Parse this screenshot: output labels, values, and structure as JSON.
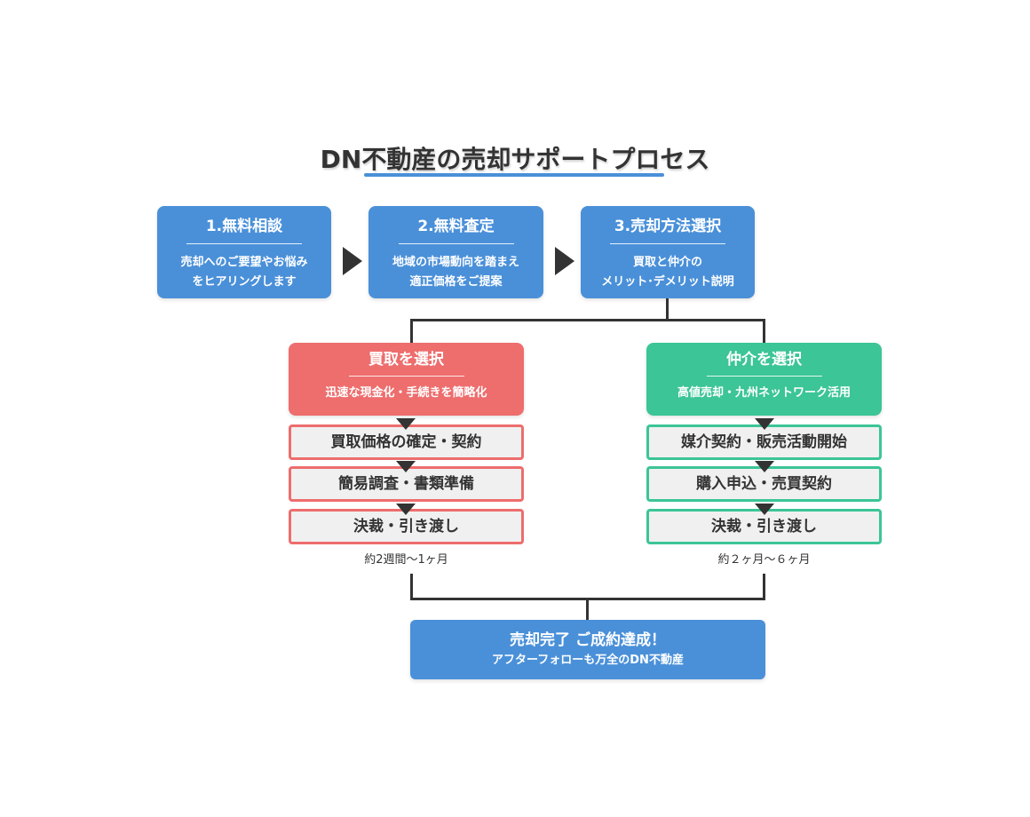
{
  "title": "DN不動産の売却サポートプロセス",
  "colors": {
    "blue": "#4a90d9",
    "red": "#ee6d6d",
    "green": "#3cc596",
    "connector": "#333333"
  },
  "steps": [
    {
      "title": "1.無料相談",
      "desc_line1": "売却へのご要望やお悩み",
      "desc_line2": "をヒアリングします"
    },
    {
      "title": "2.無料査定",
      "desc_line1": "地域の市場動向を踏まえ",
      "desc_line2": "適正価格をご提案"
    },
    {
      "title": "3.売却方法選択",
      "desc_line1": "買取と仲介の",
      "desc_line2": "メリット･デメリット説明"
    }
  ],
  "branches": {
    "kaitori": {
      "title": "買取を選択",
      "desc": "迅速な現金化・手続きを簡略化",
      "steps": [
        "買取価格の確定・契約",
        "簡易調査・書類準備",
        "決裁・引き渡し"
      ],
      "period": "約2週間〜1ヶ月"
    },
    "chukai": {
      "title": "仲介を選択",
      "desc": "高値売却・九州ネットワーク活用",
      "steps": [
        "媒介契約・販売活動開始",
        "購入申込・売買契約",
        "決裁・引き渡し"
      ],
      "period": "約２ヶ月〜６ヶ月"
    }
  },
  "final": {
    "title": "売却完了 ご成約達成！",
    "subtitle": "アフターフォローも万全のDN不動産"
  }
}
